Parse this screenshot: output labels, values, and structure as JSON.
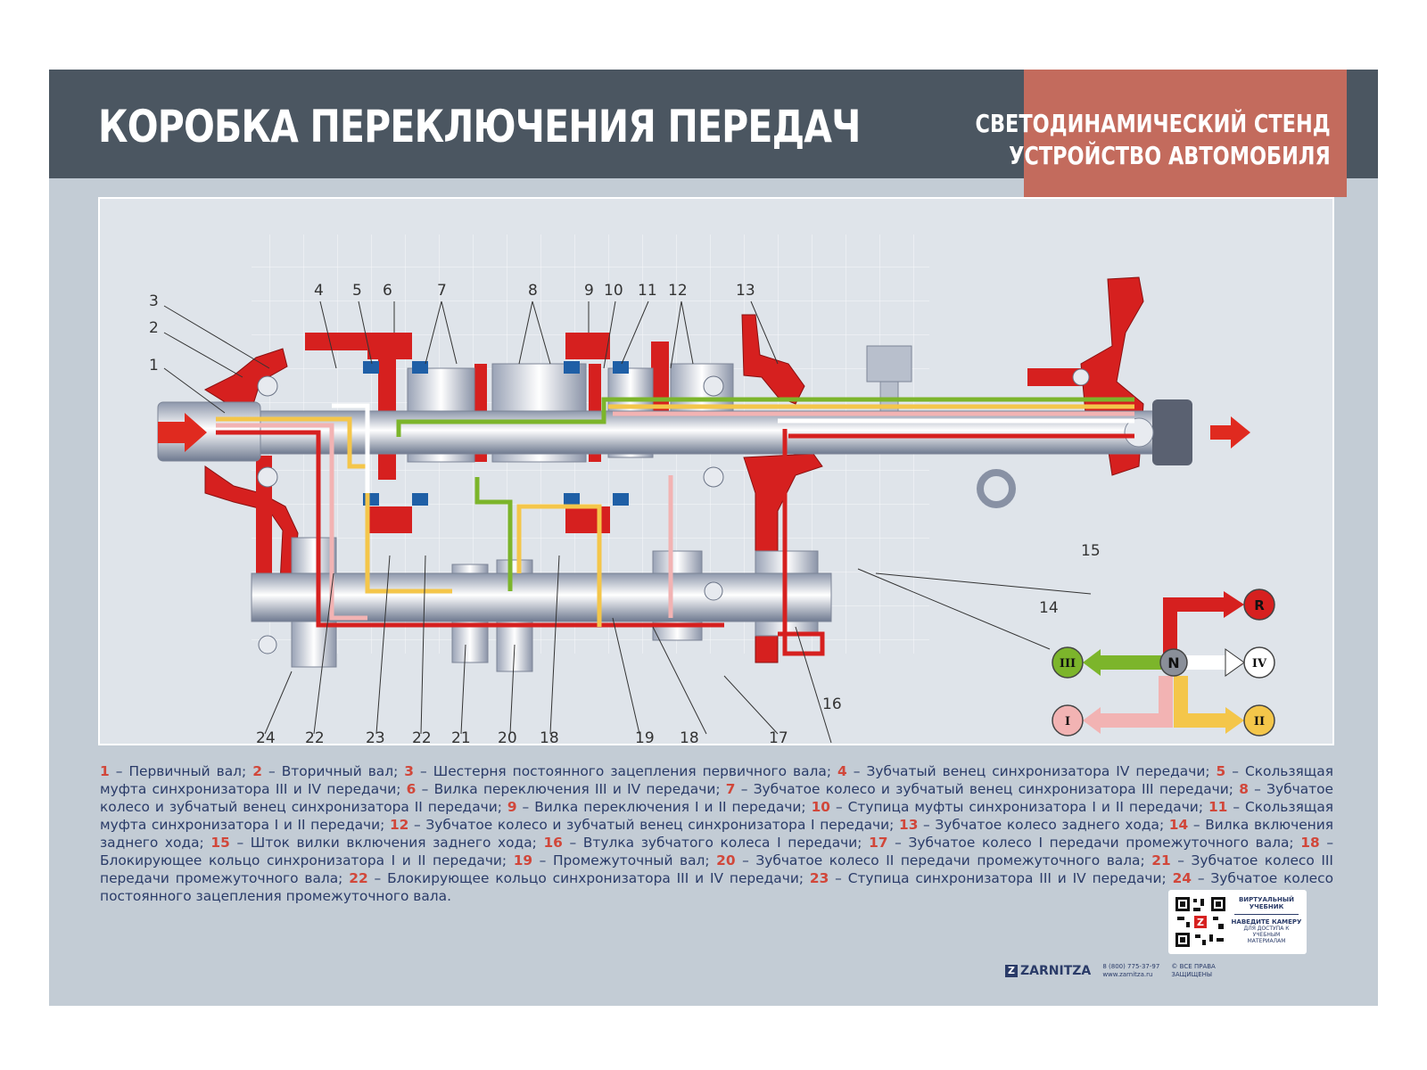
{
  "header": {
    "title": "КОРОБКА ПЕРЕКЛЮЧЕНИЯ ПЕРЕДАЧ",
    "badge_line1": "СВЕТОДИНАМИЧЕСКИЙ СТЕНД",
    "badge_line2": "УСТРОЙСТВО АВТОМОБИЛЯ"
  },
  "diagram": {
    "callout_numbers": [
      "1",
      "2",
      "3",
      "4",
      "5",
      "6",
      "7",
      "8",
      "9",
      "10",
      "11",
      "12",
      "13",
      "14",
      "15",
      "16",
      "17",
      "18",
      "19",
      "20",
      "21",
      "22",
      "23",
      "24"
    ],
    "bottom_labels": [
      "24",
      "22",
      "23",
      "22",
      "21",
      "20",
      "18",
      "19",
      "18",
      "17"
    ],
    "colors": {
      "red": "#d6201f",
      "green": "#7cb52b",
      "yellow": "#f4c64a",
      "pink": "#f2b3b3",
      "white": "#ffffff",
      "blue": "#1f5fa6",
      "steel": "#c7ccd6"
    }
  },
  "shift_pattern": {
    "neutral": "N",
    "gears": [
      {
        "label": "R",
        "color": "#d6201f"
      },
      {
        "label": "III",
        "color": "#7cb52b"
      },
      {
        "label": "IV",
        "color": "#ffffff"
      },
      {
        "label": "I",
        "color": "#f2b3b3"
      },
      {
        "label": "II",
        "color": "#f4c64a"
      }
    ]
  },
  "legend": [
    {
      "n": "1",
      "text": "Первичный вал;"
    },
    {
      "n": "2",
      "text": "Вторичный вал;"
    },
    {
      "n": "3",
      "text": "Шестерня постоянного зацепления первичного вала;"
    },
    {
      "n": "4",
      "text": "Зубчатый венец синхронизатора IV передачи;"
    },
    {
      "n": "5",
      "text": "Скользящая муфта синхронизатора III и IV передачи;"
    },
    {
      "n": "6",
      "text": "Вилка переключения III и IV передачи;"
    },
    {
      "n": "7",
      "text": "Зубчатое колесо и зубчатый венец синхронизатора III передачи;"
    },
    {
      "n": "8",
      "text": "Зубчатое колесо и зубчатый венец синхронизатора II передачи;"
    },
    {
      "n": "9",
      "text": "Вилка переключения I и II передачи;"
    },
    {
      "n": "10",
      "text": "Ступица муфты синхронизатора I и II передачи;"
    },
    {
      "n": "11",
      "text": "Скользящая муфта синхронизатора I и II передачи;"
    },
    {
      "n": "12",
      "text": "Зубчатое колесо и зубчатый венец синхронизатора I передачи;"
    },
    {
      "n": "13",
      "text": "Зубчатое колесо заднего хода;"
    },
    {
      "n": "14",
      "text": "Вилка включения заднего хода;"
    },
    {
      "n": "15",
      "text": "Шток вилки включения заднего хода;"
    },
    {
      "n": "16",
      "text": "Втулка зубчатого колеса I передачи;"
    },
    {
      "n": "17",
      "text": "Зубчатое колесо I передачи промежуточного вала;"
    },
    {
      "n": "18",
      "text": "Блокирующее кольцо синхронизатора I и II передачи;"
    },
    {
      "n": "19",
      "text": "Промежуточный вал;"
    },
    {
      "n": "20",
      "text": "Зубчатое колесо II передачи промежуточного вала;"
    },
    {
      "n": "21",
      "text": "Зубчатое колесо III передачи промежуточного вала;"
    },
    {
      "n": "22",
      "text": "Блокирующее кольцо синхронизатора III и IV передачи;"
    },
    {
      "n": "23",
      "text": "Ступица синхронизатора III и IV передачи;"
    },
    {
      "n": "24",
      "text": "Зубчатое колесо постоянного зацепления промежуточного вала."
    }
  ],
  "footer": {
    "logo": "ZARNITZA",
    "phone": "8 (800) 775-37-97",
    "site": "www.zarnitza.ru",
    "rights1": "© ВСЕ ПРАВА",
    "rights2": "ЗАЩИЩЕНЫ",
    "qr_title1": "ВИРТУАЛЬНЫЙ",
    "qr_title2": "УЧЕБНИК",
    "qr_cta1": "НАВЕДИТЕ КАМЕРУ",
    "qr_cta2": "ДЛЯ ДОСТУПА К УЧЕБНЫМ",
    "qr_cta3": "МАТЕРИАЛАМ"
  }
}
